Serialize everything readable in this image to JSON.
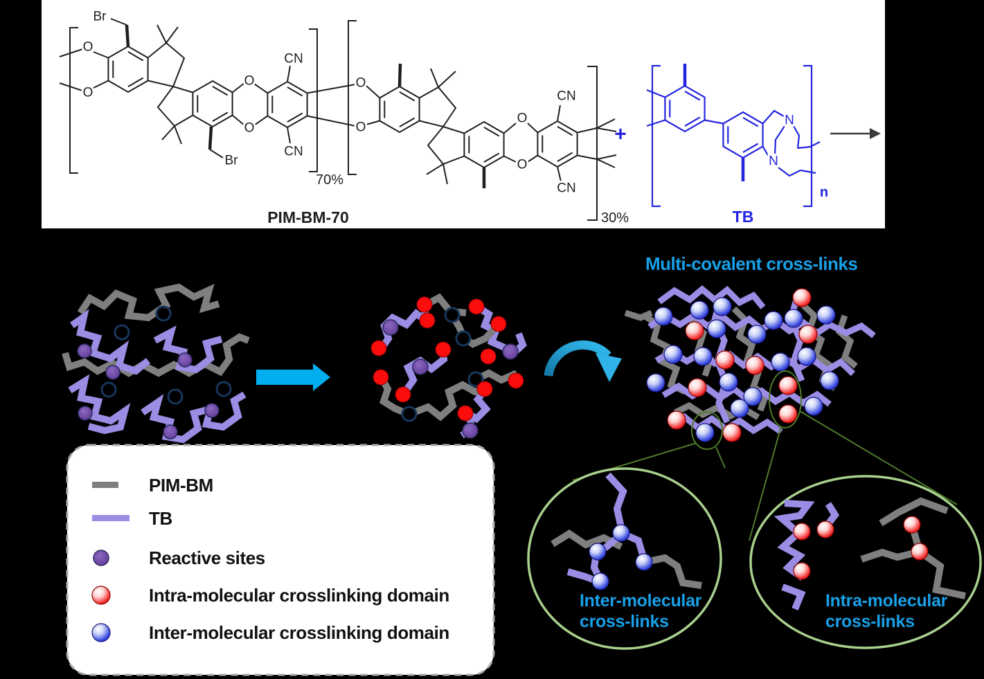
{
  "top_panel": {
    "unit1": {
      "name_label": "PIM-BM-70",
      "percent": "70%",
      "br_top": "Br",
      "br_bottom": "Br",
      "cn_top": "CN",
      "cn_bottom": "CN",
      "o_top_left": "O",
      "o_bottom_left": "O",
      "o_top_mid": "O",
      "o_bottom_mid": "O"
    },
    "unit2": {
      "percent": "30%",
      "cn_top": "CN",
      "cn_bottom": "CN",
      "o_top_left": "O",
      "o_bottom_left": "O",
      "o_top_mid": "O",
      "o_bottom_mid": "O"
    },
    "plus_sign": "+",
    "tb": {
      "name_label": "TB",
      "n_top": "N",
      "n_bottom": "N",
      "repeat_subscript": "n"
    }
  },
  "network": {
    "title": "Multi-covalent cross-links"
  },
  "legend": {
    "items": [
      {
        "swatch": "gray-line",
        "label": "PIM-BM"
      },
      {
        "swatch": "purple-line",
        "label": "TB"
      },
      {
        "swatch": "purple-dot",
        "label": "Reactive sites"
      },
      {
        "swatch": "red-sphere",
        "label": "Intra-molecular crosslinking domain"
      },
      {
        "swatch": "blue-sphere",
        "label": "Inter-molecular crosslinking domain"
      }
    ]
  },
  "insets": {
    "inter": {
      "line1": "Inter-molecular",
      "line2": "cross-links"
    },
    "intra": {
      "line1": "Intra-molecular",
      "line2": "cross-links"
    }
  },
  "colors": {
    "background": "#000000",
    "panel": "#ffffff",
    "pim_bm_chain": "#7f7f7f",
    "tb_chain": "#9b8ce4",
    "reactive_site": "#5b3b9e",
    "intra_domain": "#e81123",
    "inter_domain": "#2a35d8",
    "tb_structure": "#2424e0",
    "cyan_label": "#18a0e8",
    "process_arrow": "#00aeef",
    "inset_ellipse": "#a9d18e",
    "callout_green": "#4e7a2b"
  }
}
